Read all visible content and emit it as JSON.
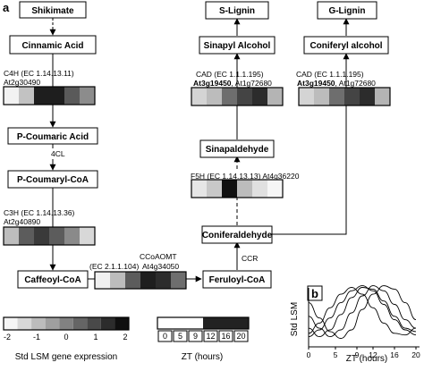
{
  "panel_a_label": "a",
  "panel_b_label": "b",
  "nodes": {
    "shikimate": "Shikimate",
    "cinnamic_acid": "Cinnamic Acid",
    "p_coumaric_acid": "P-Coumaric Acid",
    "p_coumaryl_coa": "P-Coumaryl-CoA",
    "caffeoyl_coa": "Caffeoyl-CoA",
    "feruloyl_coa": "Feruloyl-CoA",
    "coniferaldehyde": "Coniferaldehyde",
    "sinapaldehyde": "Sinapaldehyde",
    "sinapyl_alcohol": "Sinapyl Alcohol",
    "coniferyl_alcohol": "Coniferyl alcohol",
    "s_lignin": "S-Lignin",
    "g_lignin": "G-Lignin"
  },
  "enzymes": {
    "c4h": {
      "line1": "C4H (EC 1.14.13.11)",
      "line2": "At2g30490"
    },
    "fourcl": {
      "line1": "4CL"
    },
    "c3h": {
      "line1": "C3H (EC 1.14.13.36)",
      "line2": "At2g40890"
    },
    "ccoaomt": {
      "line1": "CCoAOMT",
      "line2_ec": "(EC 2.1.1.104)",
      "line2_gene": "At4g34050"
    },
    "ccr": {
      "line1": "CCR"
    },
    "f5h": {
      "line1": "F5H (EC 1.14.13.13) At4g36220"
    },
    "cad_s": {
      "line1": "CAD (EC 1.1.1.195)",
      "gene_bold": "At3g19450",
      "gene_rest": ", At1g72680"
    },
    "cad_g": {
      "line1": "CAD (EC 1.1.1.195)",
      "gene_bold": "At3g19450",
      "gene_rest": ", At1g72680"
    }
  },
  "heatmaps": {
    "c4h": [
      "#f2f2f2",
      "#c2c2c2",
      "#1e1e1e",
      "#1e1e1e",
      "#5a5a5a",
      "#8c8c8c"
    ],
    "c3h": [
      "#bdbdbd",
      "#5c5c5c",
      "#3a3a3a",
      "#5c5c5c",
      "#8a8a8a",
      "#d8d8d8"
    ],
    "ccoaomt": [
      "#f0f0f0",
      "#bcbcbc",
      "#5c5c5c",
      "#1e1e1e",
      "#2c2c2c",
      "#6e6e6e"
    ],
    "f5h": [
      "#e6e6e6",
      "#c8c8c8",
      "#101010",
      "#bcbcbc",
      "#e0e0e0",
      "#f6f6f6"
    ],
    "cad_s": [
      "#d4d4d4",
      "#bcbcbc",
      "#6e6e6e",
      "#444444",
      "#2c2c2c",
      "#b4b4b4"
    ],
    "cad_g": [
      "#d4d4d4",
      "#bcbcbc",
      "#6e6e6e",
      "#444444",
      "#2c2c2c",
      "#b4b4b4"
    ]
  },
  "legend_gene": {
    "ticks": [
      "-2",
      "-1",
      "0",
      "1",
      "2"
    ],
    "label": "Std LSM gene expression"
  },
  "legend_zt": {
    "ticks": [
      "0",
      "5",
      "9",
      "12",
      "16",
      "20"
    ],
    "label": "ZT (hours)",
    "shades": [
      "#ffffff",
      "#ffffff",
      "#ffffff",
      "#222222",
      "#222222",
      "#222222"
    ]
  },
  "chart_data": {
    "type": "line",
    "title": "",
    "xlabel": "ZT (hours)",
    "ylabel": "Std LSM",
    "xlim": [
      0,
      20
    ],
    "ylim": [
      -2,
      2
    ],
    "x_ticks": [
      "0",
      "5",
      "9",
      "12",
      "16",
      "20"
    ],
    "x": [
      0,
      2,
      4,
      6,
      8,
      10,
      12,
      14,
      16,
      18,
      20
    ],
    "series": [
      {
        "values": [
          -1.4,
          -1.0,
          -0.3,
          0.6,
          1.3,
          1.6,
          1.3,
          0.5,
          -0.4,
          -1.0,
          -1.3
        ]
      },
      {
        "values": [
          -0.9,
          -1.4,
          -1.0,
          -0.1,
          0.9,
          1.5,
          1.4,
          0.7,
          -0.2,
          -0.9,
          -1.1
        ]
      },
      {
        "values": [
          -0.2,
          -0.9,
          -1.4,
          -1.0,
          0.0,
          1.0,
          1.6,
          1.3,
          0.5,
          -0.4,
          -0.9
        ]
      },
      {
        "values": [
          0.6,
          -0.3,
          -1.1,
          -1.5,
          -1.0,
          0.2,
          1.1,
          1.6,
          1.4,
          0.6,
          -0.4
        ]
      },
      {
        "values": [
          -1.2,
          -0.6,
          0.3,
          1.1,
          1.5,
          1.1,
          0.3,
          -0.6,
          -1.2,
          -1.3,
          -0.9
        ]
      }
    ]
  }
}
